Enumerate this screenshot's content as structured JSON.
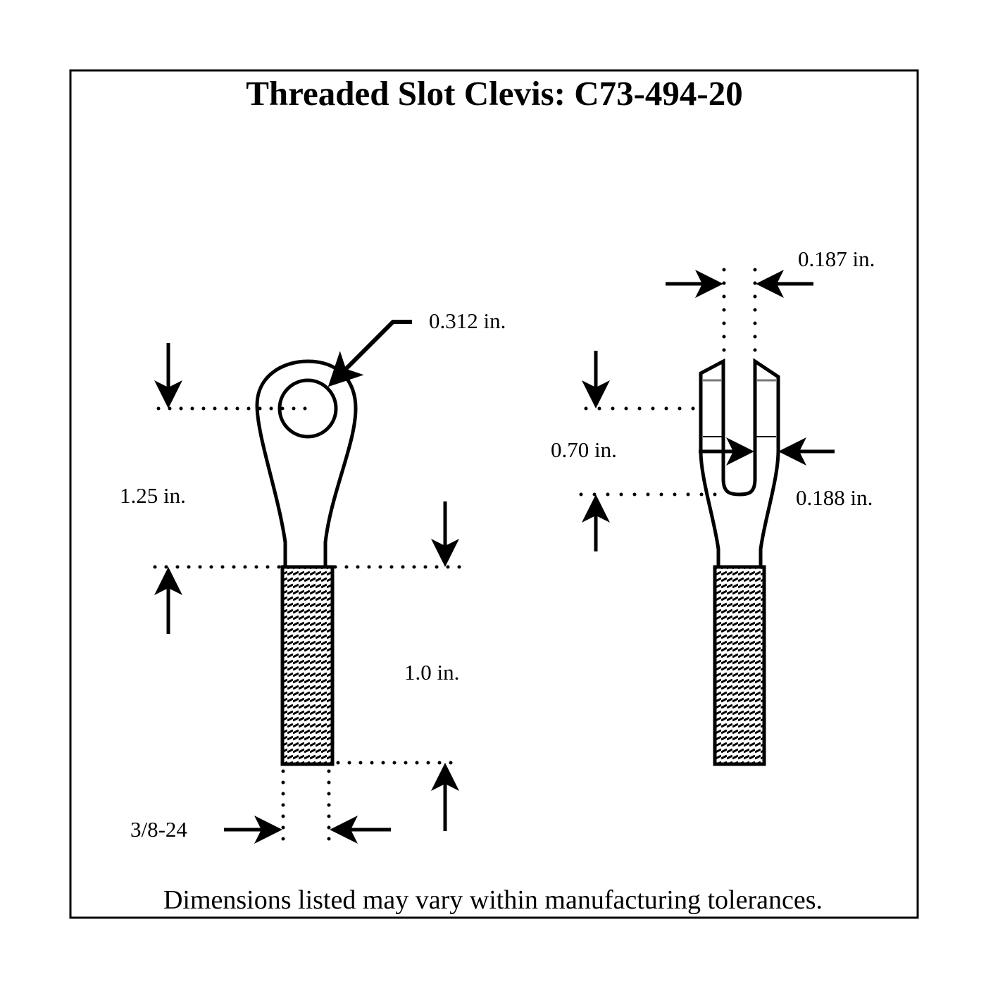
{
  "title": "Threaded Slot Clevis: C73-494-20",
  "footer": "Dimensions listed may vary within manufacturing tolerances.",
  "side_view": {
    "hole_diameter": "0.312 in.",
    "eye_length": "1.25 in.",
    "thread_length": "1.0 in.",
    "thread_size": "3/8-24"
  },
  "front_view": {
    "slot_width": "0.187 in.",
    "slot_depth": "0.70 in.",
    "tine_thickness": "0.188 in."
  },
  "colors": {
    "ink": "#000000",
    "background": "#ffffff"
  }
}
